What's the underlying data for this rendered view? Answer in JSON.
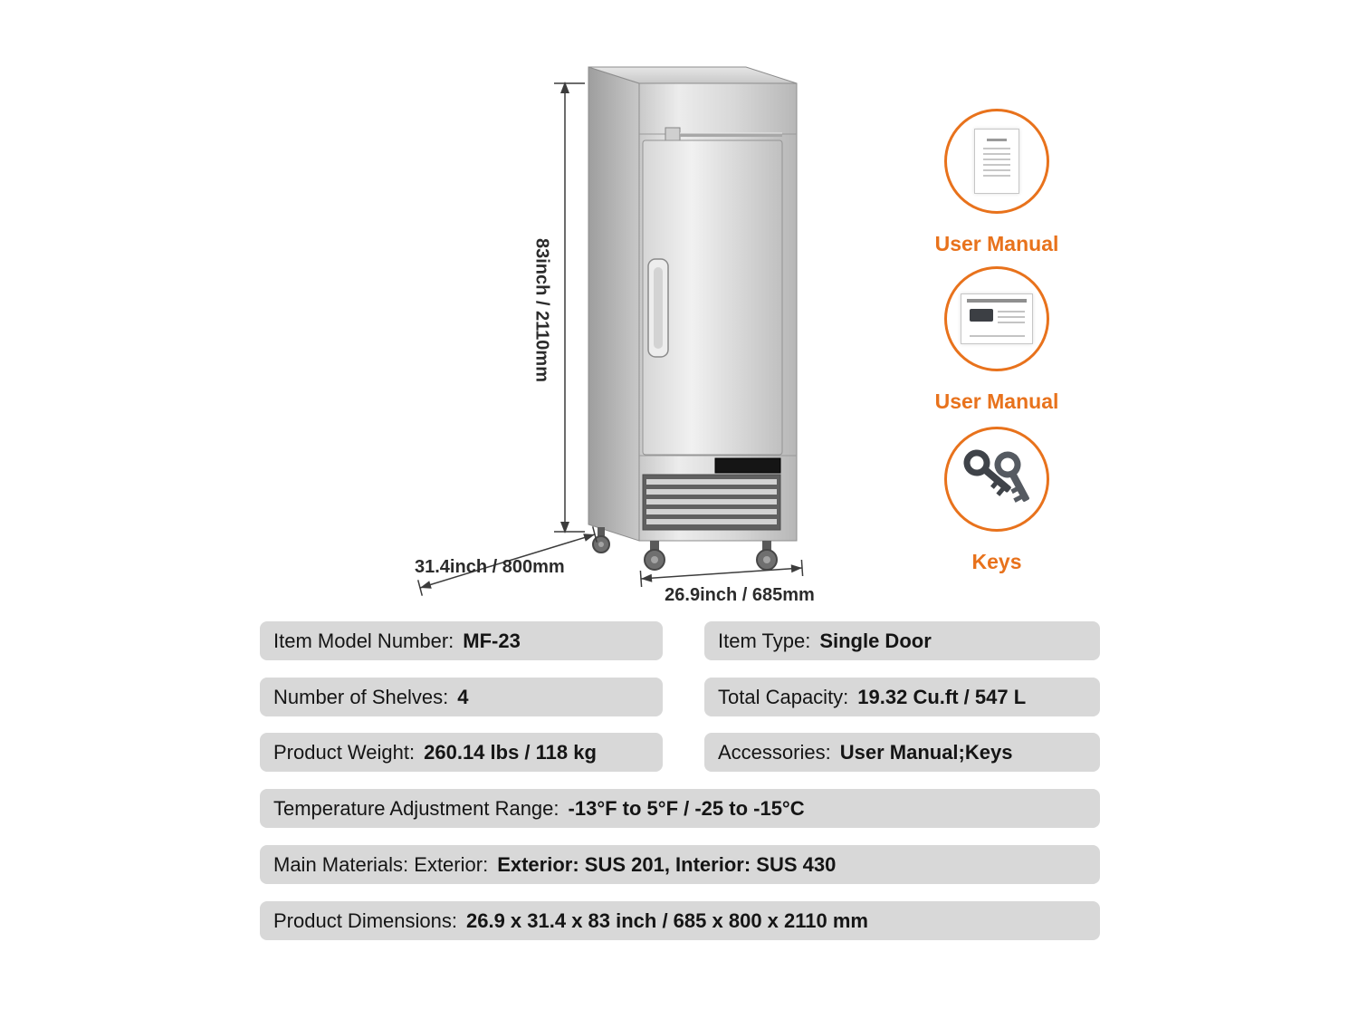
{
  "colors": {
    "accent": "#e8721c",
    "spec_bg": "#d8d8d8"
  },
  "dimensions": {
    "height": "83inch / 2110mm",
    "depth": "31.4inch / 800mm",
    "width": "26.9inch / 685mm"
  },
  "accessories": [
    {
      "label": "User Manual"
    },
    {
      "label": "User Manual"
    },
    {
      "label": "Keys"
    }
  ],
  "specs": {
    "model": {
      "label": "Item Model Number:",
      "value": "MF-23"
    },
    "type": {
      "label": "Item Type:",
      "value": "Single Door"
    },
    "shelves": {
      "label": "Number of Shelves:",
      "value": "4"
    },
    "capacity": {
      "label": "Total Capacity:",
      "value": "19.32 Cu.ft / 547 L"
    },
    "weight": {
      "label": "Product Weight:",
      "value": "260.14 lbs / 118 kg"
    },
    "accessories": {
      "label": "Accessories:",
      "value": "User Manual;Keys"
    },
    "temperature": {
      "label": "Temperature Adjustment Range:",
      "value": "-13°F to 5°F / -25 to -15°C"
    },
    "materials": {
      "label": "Main Materials: Exterior:",
      "value": "Exterior: SUS 201, Interior: SUS 430"
    },
    "dimensions": {
      "label": "Product Dimensions:",
      "value": "26.9 x 31.4 x 83 inch / 685 x 800 x 2110 mm"
    }
  }
}
